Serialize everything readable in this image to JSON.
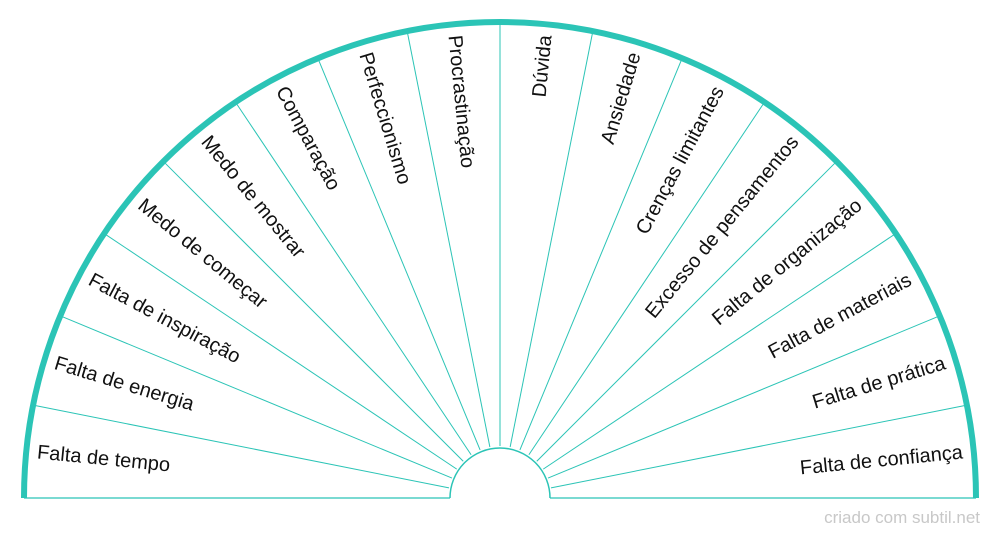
{
  "colors": {
    "accent": "#2bc4b6",
    "divider": "#2bc4b6",
    "text": "#111111",
    "footer": "#c8c8c8"
  },
  "chart_data": {
    "type": "pie",
    "layout": "half-wheel",
    "segments": [
      "Falta de tempo",
      "Falta de energia",
      "Falta de inspiração",
      "Medo de começar",
      "Medo de mostrar",
      "Comparação",
      "Perfeccionismo",
      "Procrastinação",
      "Dúvida",
      "Ansiedade",
      "Crenças limitantes",
      "Excesso de pensamentos",
      "Falta de organização",
      "Falta de materiais",
      "Falta de prática",
      "Falta de confiança"
    ]
  },
  "footer": {
    "credit": "criado com subtil.net"
  }
}
